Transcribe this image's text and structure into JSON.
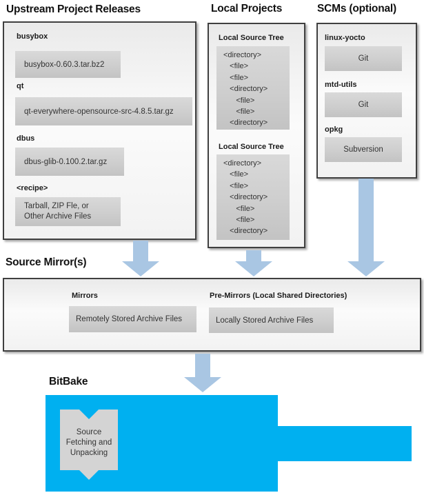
{
  "upstream": {
    "title": "Upstream Project Releases",
    "items": [
      {
        "label": "busybox",
        "value": "busybox-0.60.3.tar.bz2"
      },
      {
        "label": "qt",
        "value": "qt-everywhere-opensource-src-4.8.5.tar.gz"
      },
      {
        "label": "dbus",
        "value": "dbus-glib-0.100.2.tar.gz"
      },
      {
        "label": "<recipe>",
        "value_lines": [
          "Tarball, ZIP Fle, or",
          "Other Archive Files"
        ]
      }
    ]
  },
  "local_projects": {
    "title": "Local Projects",
    "trees": [
      {
        "label": "Local Source Tree",
        "lines": [
          "<directory>",
          "   <file>",
          "   <file>",
          "   <directory>",
          "      <file>",
          "      <file>",
          "   <directory>"
        ]
      },
      {
        "label": "Local Source Tree",
        "lines": [
          "<directory>",
          "   <file>",
          "   <file>",
          "   <directory>",
          "      <file>",
          "      <file>",
          "   <directory>"
        ]
      }
    ]
  },
  "scms": {
    "title": "SCMs (optional)",
    "items": [
      {
        "label": "linux-yocto",
        "value": "Git"
      },
      {
        "label": "mtd-utils",
        "value": "Git"
      },
      {
        "label": "opkg",
        "value": "Subversion"
      }
    ]
  },
  "source_mirrors": {
    "title": "Source Mirror(s)",
    "mirrors_label": "Mirrors",
    "mirrors_value": "Remotely Stored Archive Files",
    "premirrors_label": "Pre-Mirrors (Local Shared Directories)",
    "premirrors_value": "Locally Stored Archive Files"
  },
  "bitbake": {
    "title": "BitBake",
    "process_lines": [
      "Source",
      "Fetching and",
      "Unpacking"
    ]
  },
  "colors": {
    "arrow_blue": "#a9c6e3",
    "bitbake_cyan": "#00b0f0",
    "box_border": "#3f3f3f",
    "process_gray": "#d4d4d4"
  }
}
